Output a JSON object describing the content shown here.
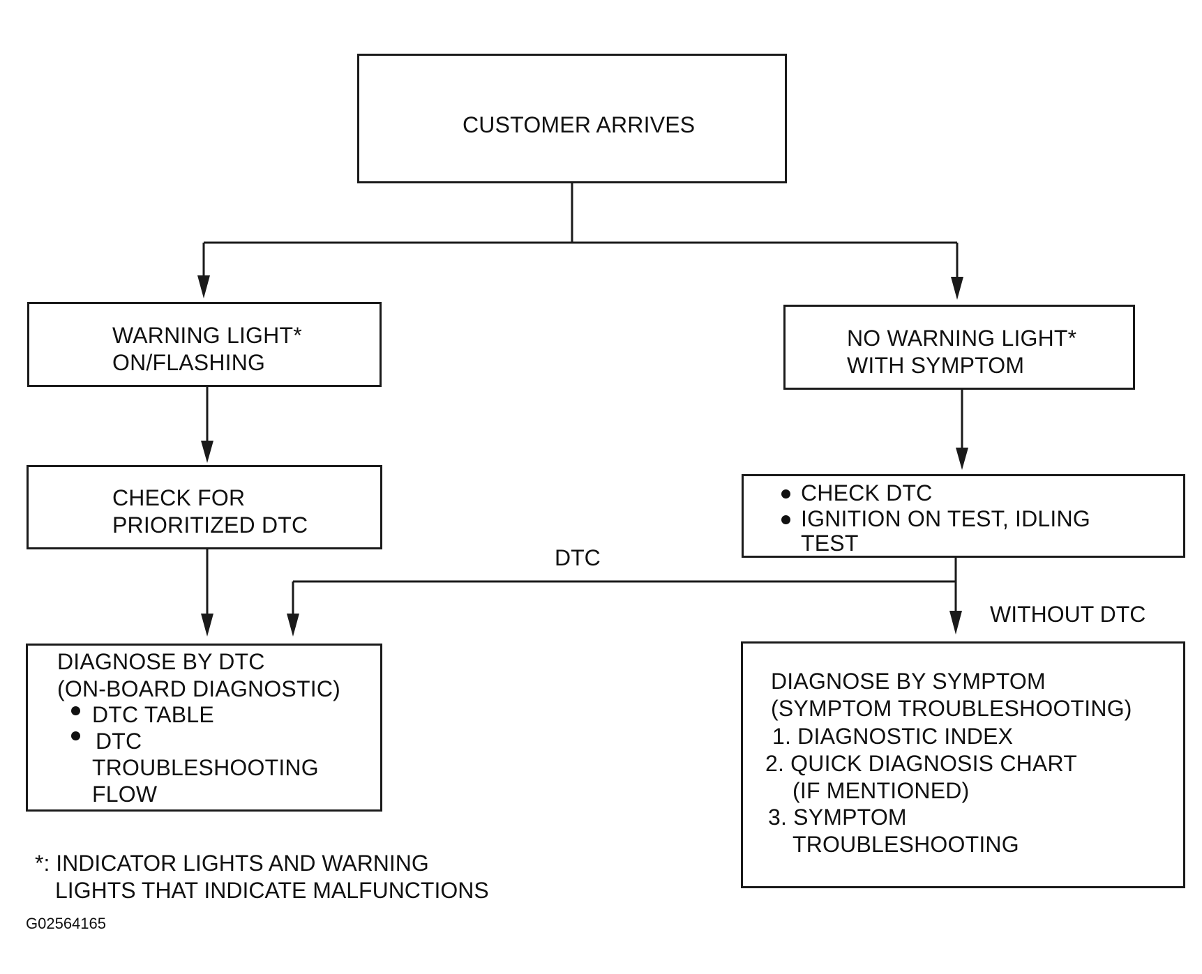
{
  "nodes": {
    "customer_arrives": "CUSTOMER ARRIVES",
    "warning_light": [
      "WARNING LIGHT*",
      "ON/FLASHING"
    ],
    "no_warning_light": [
      "NO WARNING LIGHT*",
      "WITH SYMPTOM"
    ],
    "check_prioritized": [
      "CHECK FOR",
      "PRIORITIZED DTC"
    ],
    "check_dtc": {
      "items": [
        "CHECK DTC",
        "IGNITION ON TEST, IDLING"
      ],
      "continuation": "TEST"
    },
    "diagnose_dtc": {
      "lines": [
        "DIAGNOSE BY DTC",
        "(ON-BOARD DIAGNOSTIC)"
      ],
      "bullets": [
        "DTC TABLE",
        "DTC"
      ],
      "continuation": [
        "TROUBLESHOOTING",
        "FLOW"
      ]
    },
    "diagnose_symptom": {
      "lines": [
        "DIAGNOSE BY SYMPTOM",
        "(SYMPTOM TROUBLESHOOTING)"
      ],
      "list": [
        "1. DIAGNOSTIC INDEX",
        "2. QUICK DIAGNOSIS CHART",
        "(IF MENTIONED)",
        "3. SYMPTOM",
        "TROUBLESHOOTING"
      ]
    }
  },
  "edge_labels": {
    "dtc": "DTC",
    "without_dtc": "WITHOUT DTC"
  },
  "footnote": [
    "*: INDICATOR LIGHTS AND WARNING",
    "LIGHTS THAT INDICATE MALFUNCTIONS"
  ],
  "figure_id": "G02564165"
}
